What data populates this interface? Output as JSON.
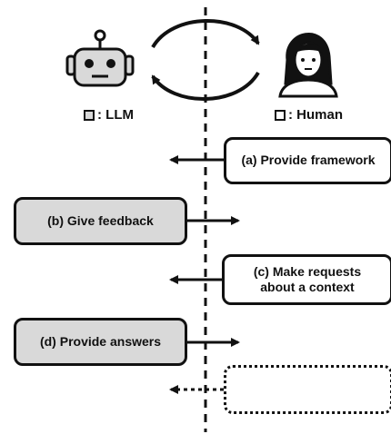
{
  "legend": {
    "llm": {
      "label": ": LLM",
      "swatch": "#d9d9d9"
    },
    "human": {
      "label": ": Human",
      "swatch": "#ffffff"
    }
  },
  "steps": [
    {
      "id": "a",
      "label": "(a) Provide framework",
      "actor": "human",
      "direction": "left"
    },
    {
      "id": "b",
      "label": "(b) Give feedback",
      "actor": "llm",
      "direction": "right"
    },
    {
      "id": "c",
      "label": "(c) Make requests about a context",
      "actor": "human",
      "direction": "left"
    },
    {
      "id": "d",
      "label": "(d) Provide answers",
      "actor": "llm",
      "direction": "right"
    },
    {
      "id": "e",
      "label": "",
      "actor": "human",
      "direction": "left",
      "style": "dotted"
    }
  ],
  "colors": {
    "llm_fill": "#d9d9d9",
    "human_fill": "#ffffff",
    "ink": "#111111"
  },
  "icons": {
    "llm": "robot-icon",
    "human": "woman-icon",
    "cycle": "cycle-arrows-icon"
  }
}
